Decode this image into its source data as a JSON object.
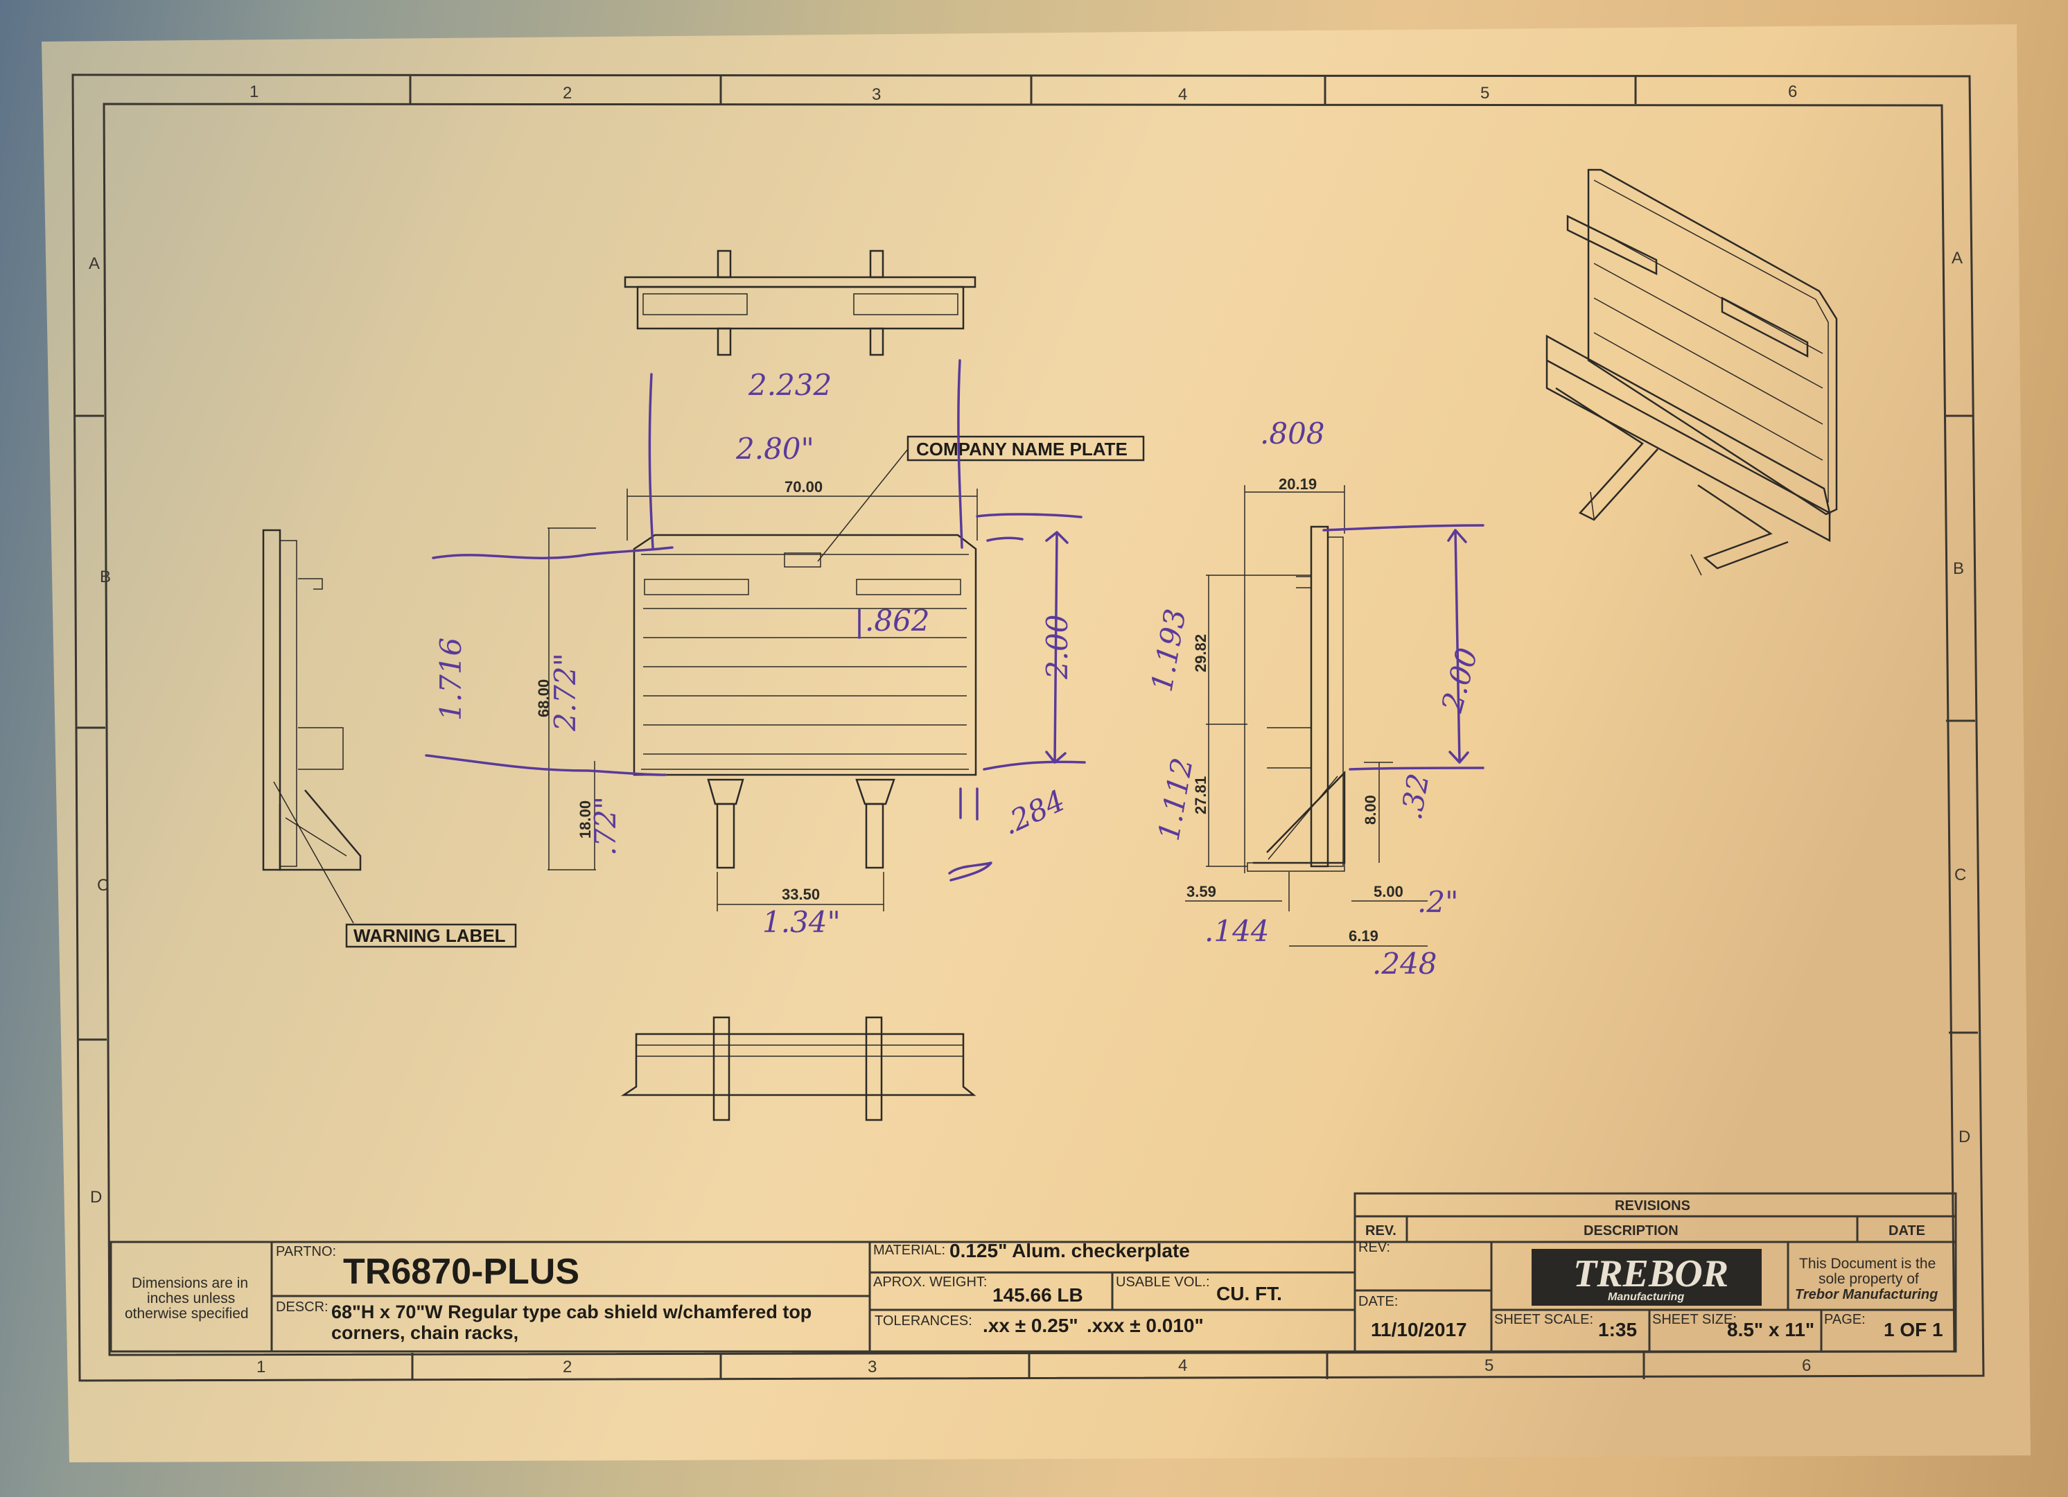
{
  "border": {
    "col_labels": [
      "1",
      "2",
      "3",
      "4",
      "5",
      "6"
    ],
    "row_labels": [
      "A",
      "B",
      "C",
      "D"
    ]
  },
  "callouts": {
    "company_name_plate": "COMPANY NAME PLATE",
    "warning_label": "WARNING LABEL"
  },
  "dimensions": {
    "front_width": "70.00",
    "front_height": "68.00",
    "leg_height": "18.00",
    "leg_spacing": "33.50",
    "side_width": "20.19",
    "side_upper": "29.82",
    "side_lower": "27.81",
    "side_tray": "8.00",
    "side_left_offset": "3.59",
    "side_right_offset": "5.00",
    "side_base": "6.19"
  },
  "handwritten": {
    "n_2232": "2.232",
    "n_280": "2.80\"",
    "n_808": ".808",
    "n_1716": "1.716",
    "n_272": "2.72\"",
    "n_862": ".862",
    "n_200a": "2.00",
    "n_1193": "1.193",
    "n_200b": "2.00",
    "n_072": ".72\"",
    "n_284": ".284",
    "n_134": "1.34\"",
    "n_1112": "1.112",
    "n_032": ".32",
    "n_144": ".144",
    "n_02": ".2\"",
    "n_248": ".248"
  },
  "title_block": {
    "revisions": {
      "header": "REVISIONS",
      "col_rev": "REV.",
      "col_desc": "DESCRIPTION",
      "col_date": "DATE"
    },
    "dimensions_note": [
      "Dimensions are in",
      "inches unless",
      "otherwise specified"
    ],
    "partno_label": "PARTNO:",
    "partno": "TR6870-PLUS",
    "descr_label": "DESCR:",
    "descr_line1": "68\"H x 70\"W Regular type cab shield w/chamfered top",
    "descr_line2": "corners, chain racks,",
    "material_label": "MATERIAL:",
    "material": "0.125\" Alum. checkerplate",
    "weight_label": "APROX. WEIGHT:",
    "weight": "145.66 LB",
    "volume_label": "USABLE VOL.:",
    "volume": "CU. FT.",
    "tolerances_label": "TOLERANCES:",
    "tol_xx": ".xx ± 0.25\"",
    "tol_xxx": ".xxx ± 0.010\"",
    "rev_label": "REV:",
    "date_label": "DATE:",
    "date": "11/10/2017",
    "logo": "TREBOR",
    "logo_sub": "Manufacturing",
    "sheet_scale_label": "SHEET SCALE:",
    "sheet_scale": "1:35",
    "sheet_size_label": "SHEET SIZE:",
    "sheet_size": "8.5\" x 11\"",
    "page_label": "PAGE:",
    "page": "1 OF 1",
    "property_line1": "This Document is the",
    "property_line2": "sole property of",
    "property_line3": "Trebor Manufacturing"
  }
}
